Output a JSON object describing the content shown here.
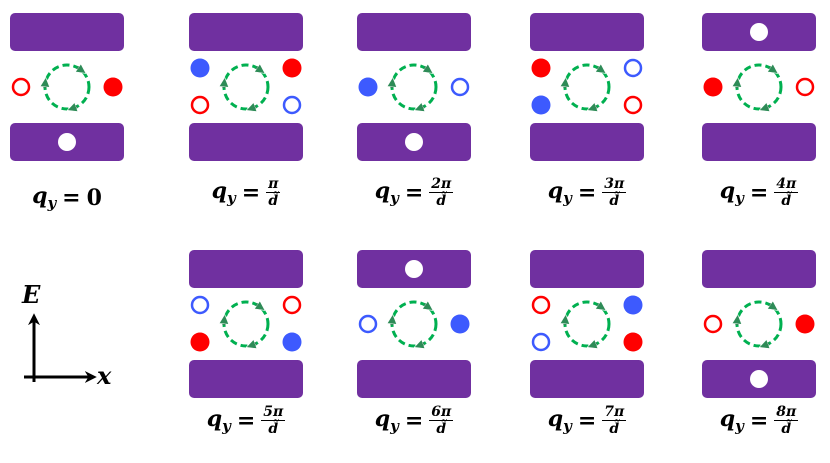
{
  "colors": {
    "bar": "#7030a0",
    "red": "#ff0000",
    "blue": "#3d5afe",
    "white": "#ffffff",
    "loop": "#00b050",
    "loop_arrow": "#2e8b57"
  },
  "axes": {
    "vertical": "E",
    "horizontal": "x"
  },
  "label_prefix": "q",
  "label_subscript": "y",
  "equals": "=",
  "denominator": "d̃",
  "panels": [
    {
      "numerator": "0",
      "fraction": false,
      "left": [
        {
          "fill": "none",
          "color": "red"
        }
      ],
      "right": [
        {
          "fill": "solid",
          "color": "red"
        }
      ],
      "top_white": false,
      "bottom_white": true
    },
    {
      "numerator": "π",
      "fraction": true,
      "left": [
        {
          "fill": "solid",
          "color": "blue"
        },
        {
          "fill": "none",
          "color": "red"
        }
      ],
      "right": [
        {
          "fill": "solid",
          "color": "red"
        },
        {
          "fill": "none",
          "color": "blue"
        }
      ],
      "top_white": false,
      "bottom_white": false
    },
    {
      "numerator": "2π",
      "fraction": true,
      "left": [
        {
          "fill": "solid",
          "color": "blue"
        }
      ],
      "right": [
        {
          "fill": "none",
          "color": "blue"
        }
      ],
      "top_white": false,
      "bottom_white": true
    },
    {
      "numerator": "3π",
      "fraction": true,
      "left": [
        {
          "fill": "solid",
          "color": "red"
        },
        {
          "fill": "solid",
          "color": "blue"
        }
      ],
      "right": [
        {
          "fill": "none",
          "color": "blue"
        },
        {
          "fill": "none",
          "color": "red"
        }
      ],
      "top_white": false,
      "bottom_white": false
    },
    {
      "numerator": "4π",
      "fraction": true,
      "left": [
        {
          "fill": "solid",
          "color": "red"
        }
      ],
      "right": [
        {
          "fill": "none",
          "color": "red"
        }
      ],
      "top_white": true,
      "bottom_white": false
    },
    {
      "numerator": "5π",
      "fraction": true,
      "left": [
        {
          "fill": "none",
          "color": "blue"
        },
        {
          "fill": "solid",
          "color": "red"
        }
      ],
      "right": [
        {
          "fill": "none",
          "color": "red"
        },
        {
          "fill": "solid",
          "color": "blue"
        }
      ],
      "top_white": false,
      "bottom_white": false
    },
    {
      "numerator": "6π",
      "fraction": true,
      "left": [
        {
          "fill": "none",
          "color": "blue"
        }
      ],
      "right": [
        {
          "fill": "solid",
          "color": "blue"
        }
      ],
      "top_white": true,
      "bottom_white": false
    },
    {
      "numerator": "7π",
      "fraction": true,
      "left": [
        {
          "fill": "none",
          "color": "red"
        },
        {
          "fill": "none",
          "color": "blue"
        }
      ],
      "right": [
        {
          "fill": "solid",
          "color": "blue"
        },
        {
          "fill": "solid",
          "color": "red"
        }
      ],
      "top_white": false,
      "bottom_white": false
    },
    {
      "numerator": "8π",
      "fraction": true,
      "left": [
        {
          "fill": "none",
          "color": "red"
        }
      ],
      "right": [
        {
          "fill": "solid",
          "color": "red"
        }
      ],
      "top_white": false,
      "bottom_white": true
    }
  ]
}
